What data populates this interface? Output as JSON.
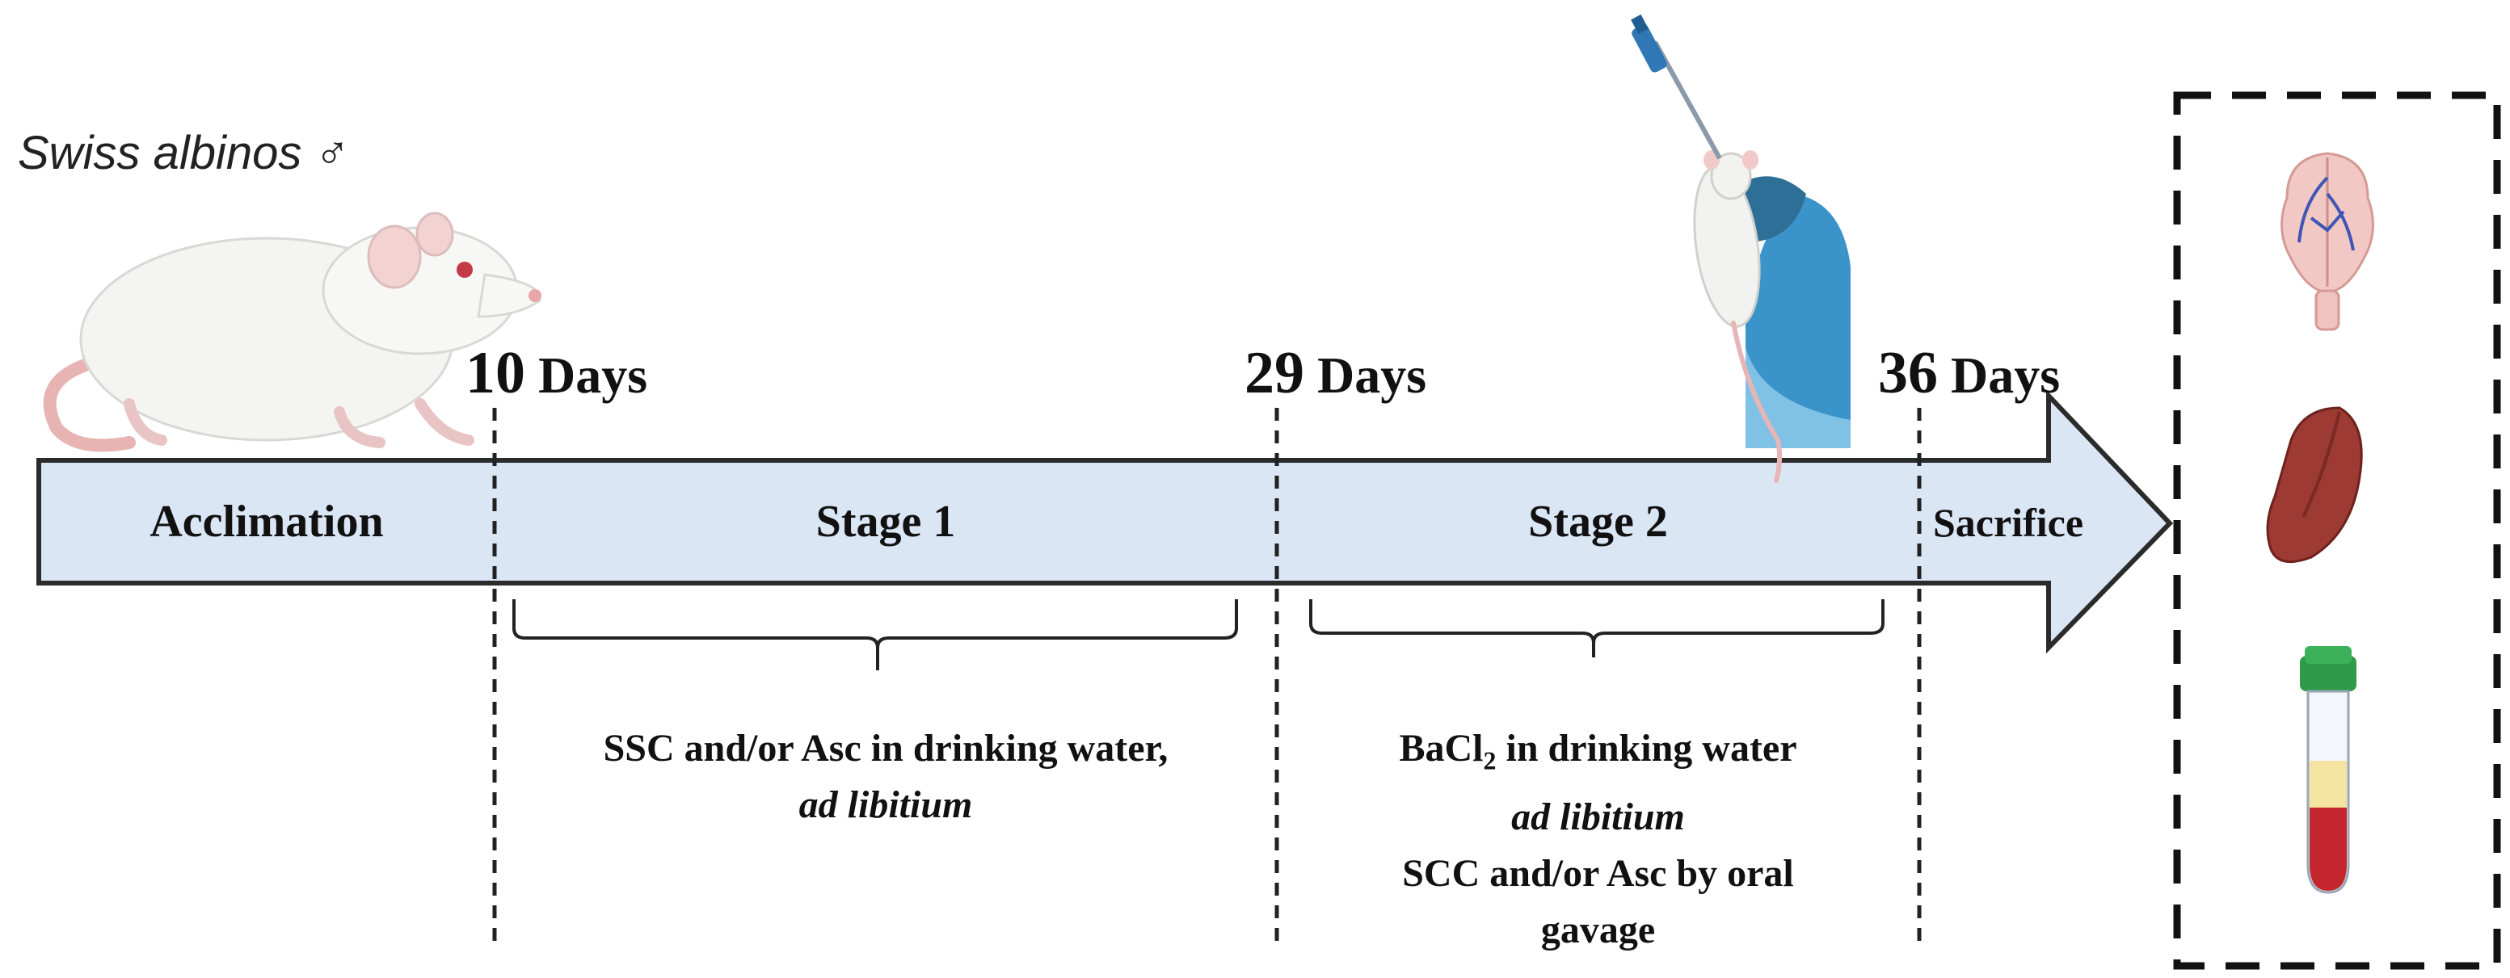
{
  "species_label": "Swiss albinos ♂",
  "timeline": {
    "markers": [
      {
        "num": "10",
        "unit": "Days"
      },
      {
        "num": "29",
        "unit": "Days"
      },
      {
        "num": "36",
        "unit": "Days"
      }
    ],
    "segments": [
      "Acclimation",
      "Stage 1",
      "Stage 2",
      "Sacrifice"
    ]
  },
  "stage1_note": {
    "line1": "SSC and/or Asc in drinking water,",
    "line2": "ad libitium"
  },
  "stage2_note": {
    "line1_pre": "BaCl",
    "line1_sub": "2",
    "line1_post": " in drinking water",
    "line2": "ad libitium",
    "line3": "SCC and/or Asc by oral",
    "line4": "gavage"
  },
  "icons": {
    "rat": "white-rat-icon",
    "injection": "oral-gavage-mouse-hand-pipette-icon",
    "brain": "brain-icon",
    "liver": "liver-icon",
    "blood": "blood-sample-tube-icon"
  },
  "colors": {
    "arrow_fill": "#dbe6f5",
    "arrow_stroke": "#2b2b2b",
    "text": "#111111"
  }
}
